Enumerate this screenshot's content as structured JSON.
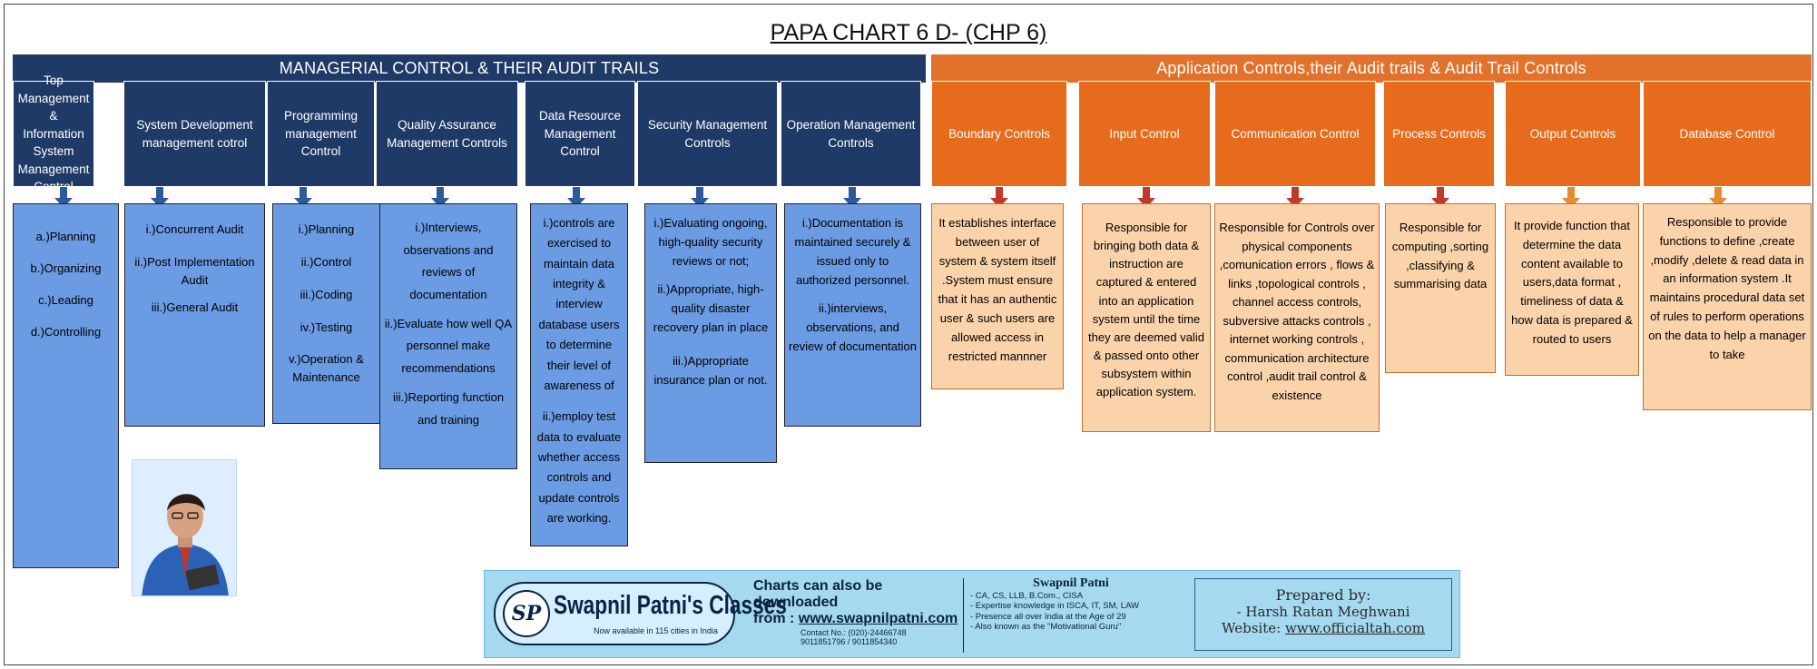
{
  "title": "PAPA CHART 6 D- (CHP 6)",
  "banners": {
    "managerial": "MANAGERIAL CONTROL & THEIR AUDIT TRAILS",
    "application": "Application Controls,their Audit trails & Audit Trail Controls"
  },
  "columns": [
    {
      "header": "Top Management & Information System Management Control",
      "items": [
        "a.)Planning",
        "b.)Organizing",
        "c.)Leading",
        "d.)Controlling"
      ]
    },
    {
      "header": "System Development management cotrol",
      "items": [
        "i.)Concurrent Audit",
        "ii.)Post Implementation Audit",
        "iii.)General Audit"
      ]
    },
    {
      "header": "Programming management Control",
      "items": [
        "i.)Planning",
        "ii.)Control",
        "iii.)Coding",
        "iv.)Testing",
        "v.)Operation & Maintenance"
      ]
    },
    {
      "header": "Quality Assurance Management Controls",
      "items": [
        "i.)Interviews, observations and reviews of documentation",
        "ii.)Evaluate how well QA personnel make recommendations",
        "iii.)Reporting function and training"
      ]
    },
    {
      "header": "Data Resource Management Control",
      "items": [
        "i.)controls are exercised to maintain data integrity & interview database users to determine their level of awareness of",
        "ii.)employ test data to evaluate whether access controls and update controls are working."
      ]
    },
    {
      "header": "Security Management Controls",
      "items": [
        "i.)Evaluating ongoing, high-quality security reviews or not;",
        "ii.)Appropriate, high-quality disaster recovery plan in place",
        "iii.)Appropriate insurance plan or not."
      ]
    },
    {
      "header": "Operation Management Controls",
      "items": [
        "i.)Documentation is maintained securely & issued only to authorized personnel.",
        "ii.)interviews, observations, and review of documentation"
      ]
    },
    {
      "header": "Boundary Controls",
      "items": [
        "It establishes interface between user of system & system itself .System must ensure that it has an authentic user & such users are allowed access in restricted mannner"
      ]
    },
    {
      "header": "Input Control",
      "items": [
        "Responsible for bringing both data & instruction are captured & entered into an application system until the time they are deemed valid & passed onto other subsystem within application system."
      ]
    },
    {
      "header": "Communication Control",
      "items": [
        "Responsible for Controls over physical components ,comunication errors , flows & links ,topological controls , channel access controls, subversive attacks controls , internet working controls , communication architecture control ,audit trail control & existence"
      ]
    },
    {
      "header": "Process Controls",
      "items": [
        "Responsible for computing ,sorting ,classifying & summarising data"
      ]
    },
    {
      "header": "Output Controls",
      "items": [
        "It provide function that determine the data content available to users,data format , timeliness of data & how data is prepared & routed to users"
      ]
    },
    {
      "header": "Database Control",
      "items": [
        "Responsible to provide functions to define ,create ,modify ,delete & read data in an information system .It maintains procedural data set of rules to perform operations on the data to help a manager to take"
      ]
    }
  ],
  "footer": {
    "logo_mark": "SP",
    "brand": "Swapnil Patni's Classes",
    "brand_sub": "Now available in 115 cities in India",
    "download_line1": "Charts can also be downloaded",
    "download_from": "from :",
    "download_url": "www.swapnilpatni.com",
    "contact": "Contact No.: (020)-24466748",
    "phones": "9011851796 / 9011854340",
    "person_name": "Swapnil Patni",
    "person_lines": [
      "- CA, CS, LLB, B.Com., CISA",
      "- Expertise knowledge in ISCA, IT, SM, LAW",
      "- Presence all over India at the Age of 29",
      "- Also known as the \"Motivational Guru\""
    ],
    "prepared_label": "Prepared by:",
    "prepared_name": "- Harsh Ratan Meghwani",
    "website_label": "Website:",
    "website_url": "www.officialtah.com"
  },
  "colors": {
    "navy": "#1f3a66",
    "orange": "#e2722b",
    "blue_box": "#6a9be3",
    "peach_box": "#fad3ab",
    "arrow_blue": "#2e5a9c",
    "arrow_red": "#c0392b",
    "arrow_orange": "#e88a2e"
  },
  "icons": {
    "photo": "person-photo",
    "logo": "classes-logo-icon",
    "arrow": "down-arrow-icon"
  }
}
